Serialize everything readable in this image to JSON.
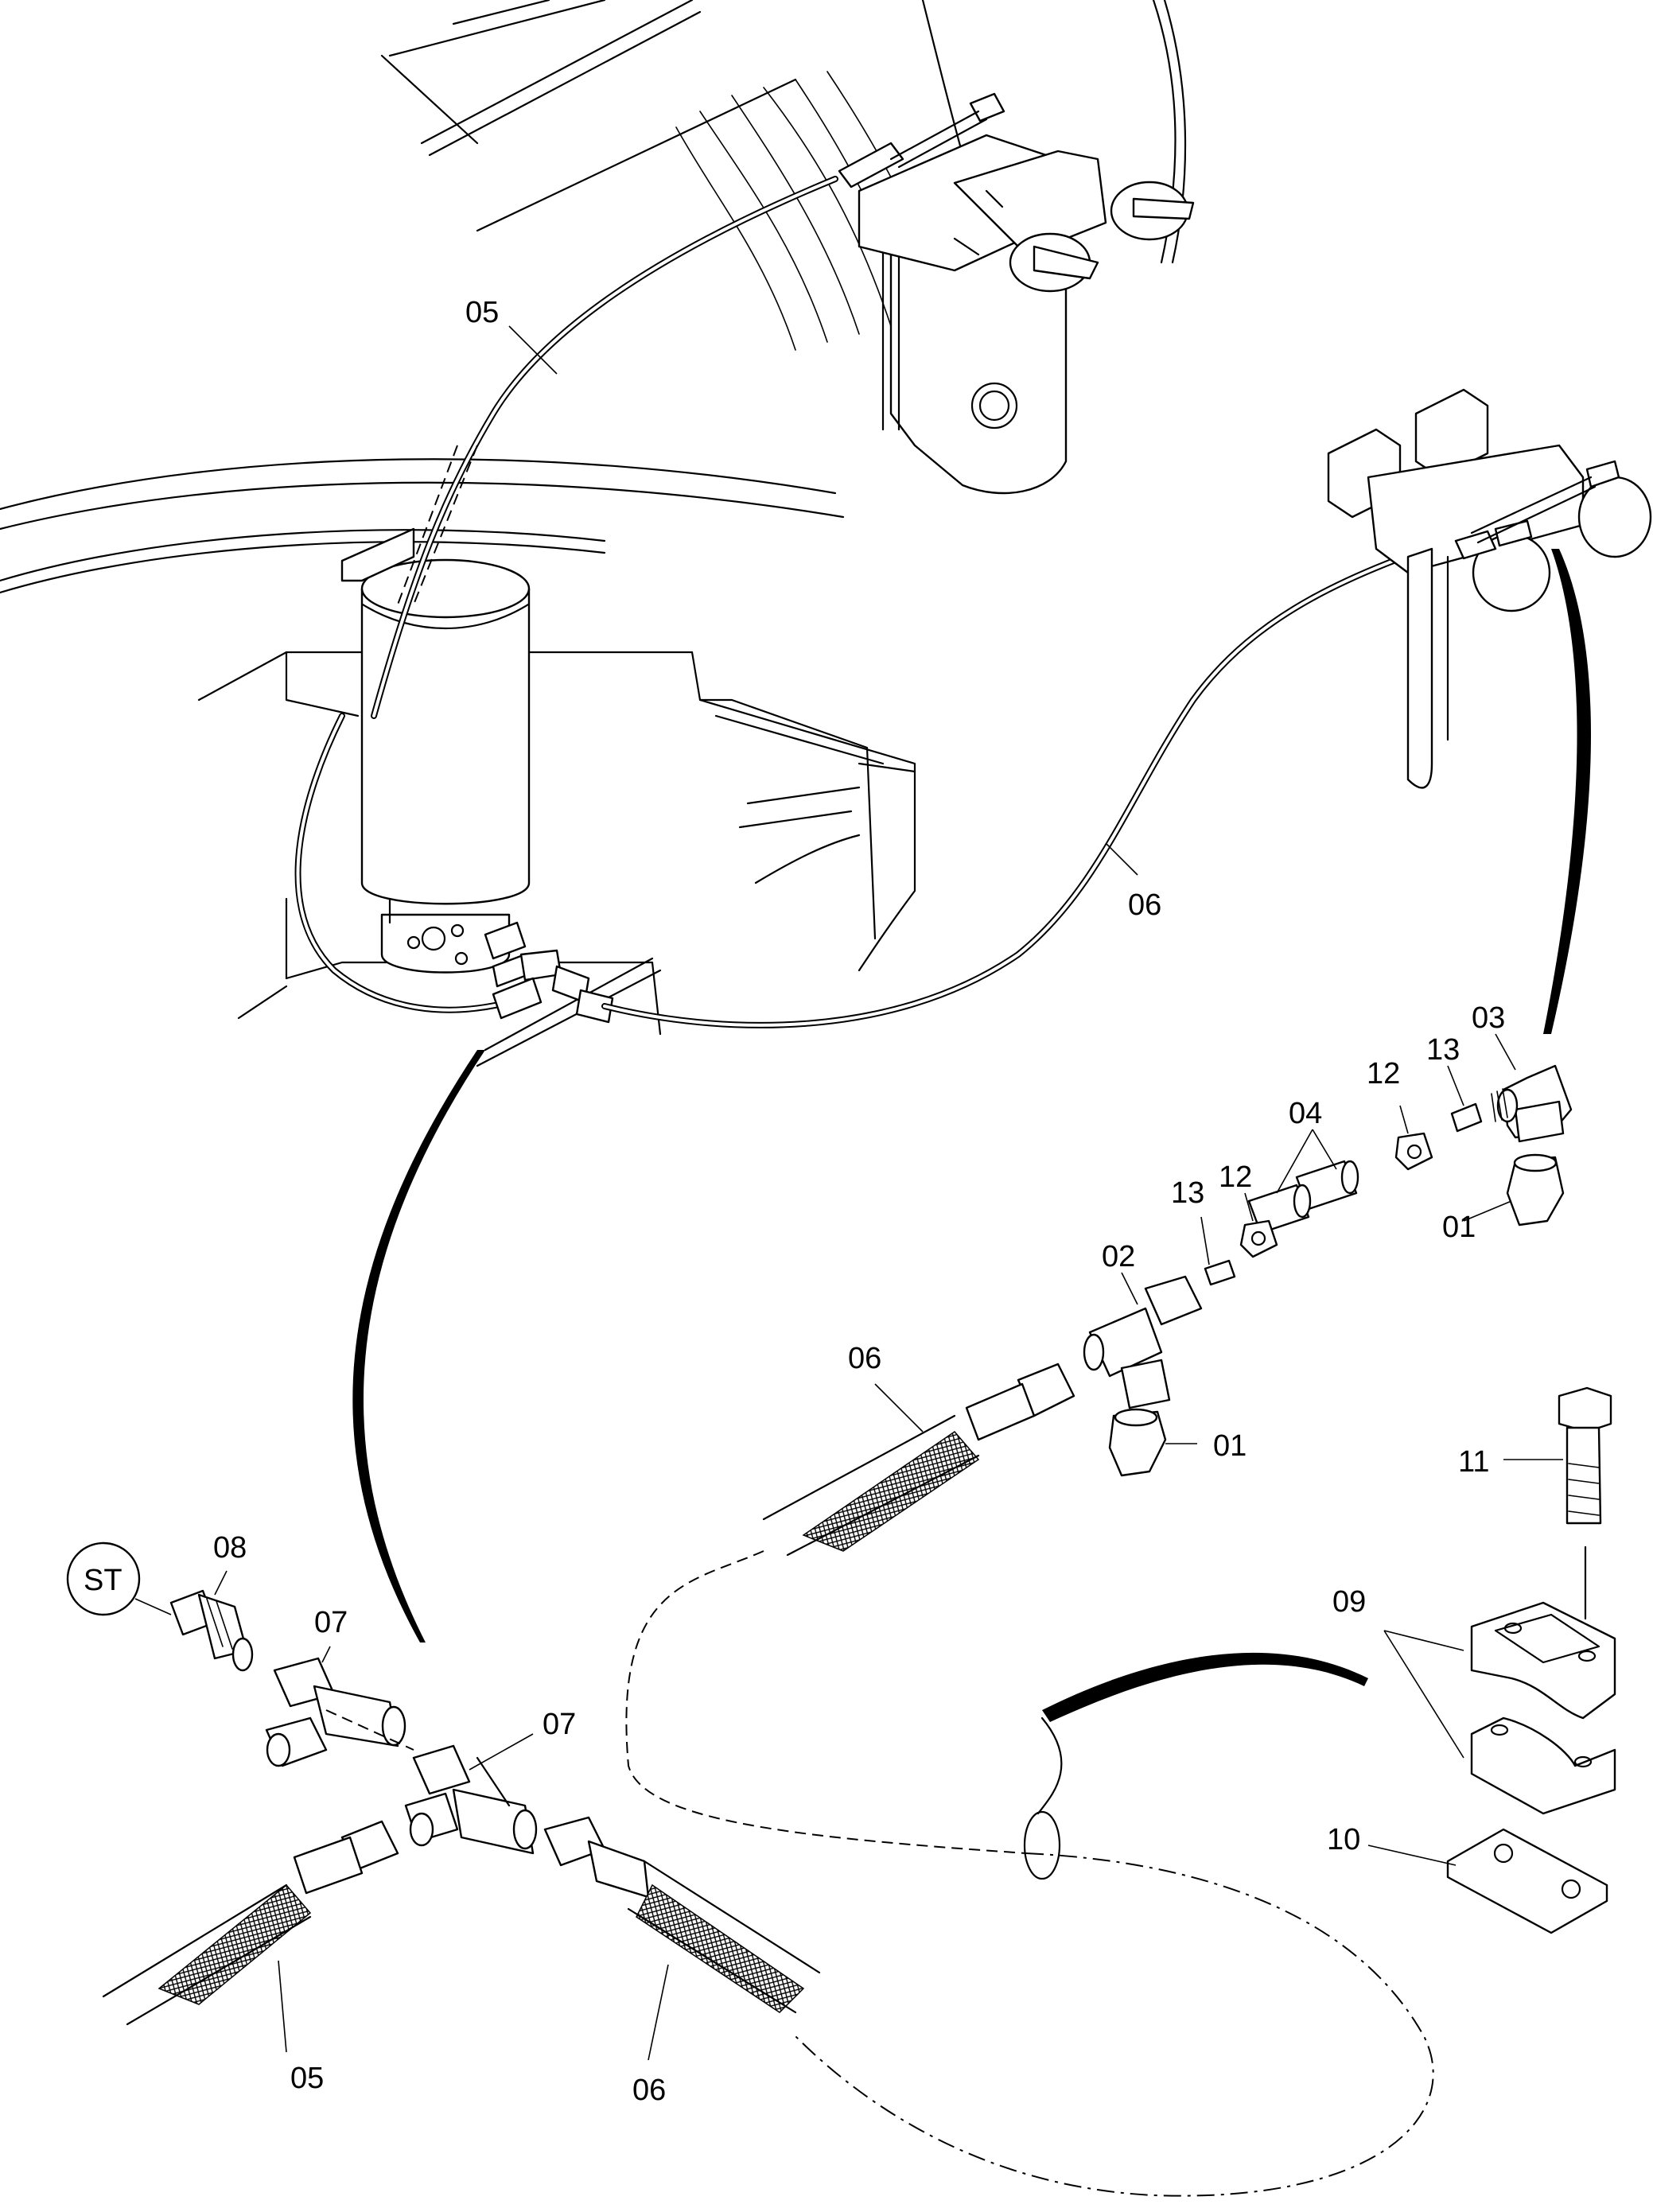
{
  "labels": [
    {
      "id": "05a",
      "text": "05"
    },
    {
      "id": "06a",
      "text": "06"
    },
    {
      "id": "03",
      "text": "03"
    },
    {
      "id": "13a",
      "text": "13"
    },
    {
      "id": "12a",
      "text": "12"
    },
    {
      "id": "04",
      "text": "04"
    },
    {
      "id": "13b",
      "text": "13"
    },
    {
      "id": "12b",
      "text": "12"
    },
    {
      "id": "02",
      "text": "02"
    },
    {
      "id": "01a",
      "text": "01"
    },
    {
      "id": "06b",
      "text": "06"
    },
    {
      "id": "01b",
      "text": "01"
    },
    {
      "id": "11",
      "text": "11"
    },
    {
      "id": "08",
      "text": "08"
    },
    {
      "id": "st",
      "text": "ST"
    },
    {
      "id": "07a",
      "text": "07"
    },
    {
      "id": "07b",
      "text": "07"
    },
    {
      "id": "09",
      "text": "09"
    },
    {
      "id": "10",
      "text": "10"
    },
    {
      "id": "05b",
      "text": "05"
    },
    {
      "id": "06c",
      "text": "06"
    }
  ]
}
